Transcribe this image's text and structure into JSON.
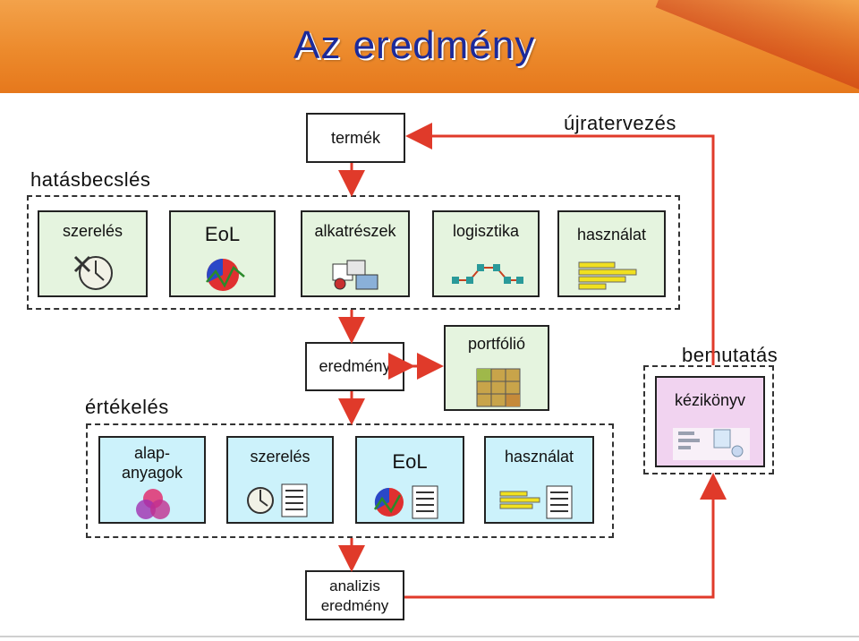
{
  "title": "Az eredmény",
  "nodes": {
    "termek": "termék",
    "eredmeny": "eredmény",
    "portfolio": "portfólió",
    "analizis_line1": "analizis",
    "analizis_line2": "eredmény",
    "kezikonyv": "kézikönyv"
  },
  "groups": {
    "hatasbecsles": "hatásbecslés",
    "ertekeles": "értékelés",
    "bemutatas": "bemutatás"
  },
  "loop_label": "újratervezés",
  "hatasbecsles_tiles": [
    "szerelés",
    "EoL",
    "alkatrészek",
    "logisztika",
    "használat"
  ],
  "ertekeles_tiles": {
    "alap_line1": "alap-",
    "alap_line2": "anyagok",
    "szereles": "szerelés",
    "eol": "EoL",
    "hasznalat": "használat"
  },
  "colors": {
    "header": "#ec8a2c",
    "title": "#1c2a9a",
    "arrow": "#e03a2a",
    "tile_green": "#e5f4df",
    "tile_cyan": "#ccf2fb",
    "tile_pink": "#f1d3f0"
  }
}
